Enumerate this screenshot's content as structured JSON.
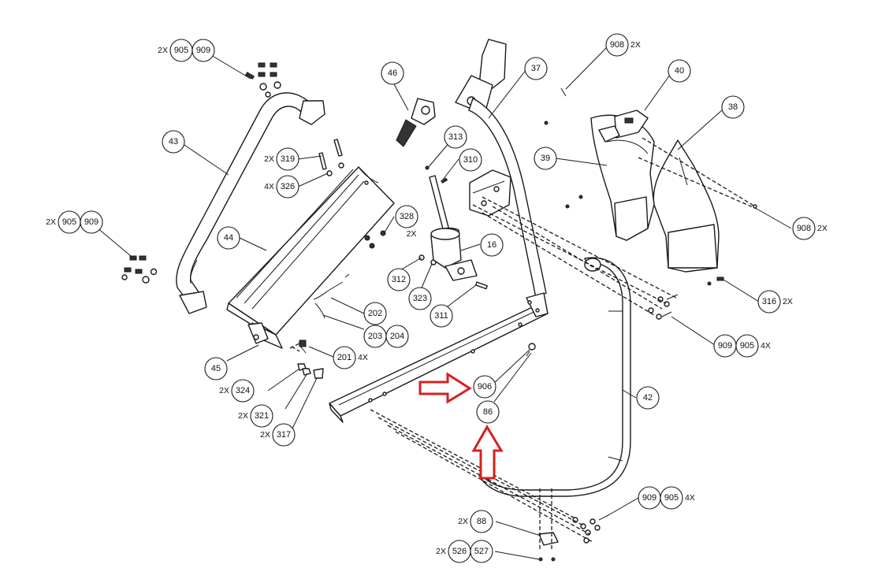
{
  "colors": {
    "line": "#1a1a1a",
    "highlight_arrow": "#d62020",
    "background": "#ffffff"
  },
  "callouts": [
    {
      "id": "c905a",
      "nums": [
        "905",
        "909"
      ],
      "qty": "2X",
      "qty_side": "left"
    },
    {
      "id": "c43",
      "nums": [
        "43"
      ],
      "qty": ""
    },
    {
      "id": "c319",
      "nums": [
        "319"
      ],
      "qty": "2X",
      "qty_side": "left"
    },
    {
      "id": "c326",
      "nums": [
        "326"
      ],
      "qty": "4X",
      "qty_side": "left"
    },
    {
      "id": "c905b",
      "nums": [
        "905",
        "909"
      ],
      "qty": "2X",
      "qty_side": "left"
    },
    {
      "id": "c44",
      "nums": [
        "44"
      ],
      "qty": ""
    },
    {
      "id": "c46",
      "nums": [
        "46"
      ],
      "qty": ""
    },
    {
      "id": "c37",
      "nums": [
        "37"
      ],
      "qty": ""
    },
    {
      "id": "c313",
      "nums": [
        "313"
      ],
      "qty": ""
    },
    {
      "id": "c310",
      "nums": [
        "310"
      ],
      "qty": ""
    },
    {
      "id": "c328",
      "nums": [
        "328"
      ],
      "qty": "2X",
      "qty_side": "below"
    },
    {
      "id": "c16",
      "nums": [
        "16"
      ],
      "qty": ""
    },
    {
      "id": "c312",
      "nums": [
        "312"
      ],
      "qty": ""
    },
    {
      "id": "c323",
      "nums": [
        "323"
      ],
      "qty": ""
    },
    {
      "id": "c311",
      "nums": [
        "311"
      ],
      "qty": ""
    },
    {
      "id": "c202",
      "nums": [
        "202"
      ],
      "qty": ""
    },
    {
      "id": "c203",
      "nums": [
        "203",
        "204"
      ],
      "qty": ""
    },
    {
      "id": "c201",
      "nums": [
        "201"
      ],
      "qty": "4X",
      "qty_side": "right"
    },
    {
      "id": "c45",
      "nums": [
        "45"
      ],
      "qty": ""
    },
    {
      "id": "c324",
      "nums": [
        "324"
      ],
      "qty": "2X",
      "qty_side": "left"
    },
    {
      "id": "c321",
      "nums": [
        "321"
      ],
      "qty": "2X",
      "qty_side": "left"
    },
    {
      "id": "c317",
      "nums": [
        "317"
      ],
      "qty": "2X",
      "qty_side": "left"
    },
    {
      "id": "c906",
      "nums": [
        "906"
      ],
      "qty": ""
    },
    {
      "id": "c86",
      "nums": [
        "86"
      ],
      "qty": ""
    },
    {
      "id": "c908a",
      "nums": [
        "908"
      ],
      "qty": "2X",
      "qty_side": "right"
    },
    {
      "id": "c40",
      "nums": [
        "40"
      ],
      "qty": ""
    },
    {
      "id": "c38",
      "nums": [
        "38"
      ],
      "qty": ""
    },
    {
      "id": "c39",
      "nums": [
        "39"
      ],
      "qty": ""
    },
    {
      "id": "c908b",
      "nums": [
        "908"
      ],
      "qty": "2X",
      "qty_side": "right"
    },
    {
      "id": "c316",
      "nums": [
        "316"
      ],
      "qty": "2X",
      "qty_side": "right"
    },
    {
      "id": "c909a",
      "nums": [
        "909",
        "905"
      ],
      "qty": "4X",
      "qty_side": "right"
    },
    {
      "id": "c42",
      "nums": [
        "42"
      ],
      "qty": ""
    },
    {
      "id": "c909b",
      "nums": [
        "909",
        "905"
      ],
      "qty": "4X",
      "qty_side": "right"
    },
    {
      "id": "c88",
      "nums": [
        "88"
      ],
      "qty": "2X",
      "qty_side": "left"
    },
    {
      "id": "c526",
      "nums": [
        "526",
        "527"
      ],
      "qty": "2X",
      "qty_side": "left"
    }
  ],
  "highlight_arrows": [
    {
      "id": "arrow-right",
      "direction": "right",
      "points_to": "906"
    },
    {
      "id": "arrow-up",
      "direction": "up",
      "points_to": "86"
    }
  ]
}
